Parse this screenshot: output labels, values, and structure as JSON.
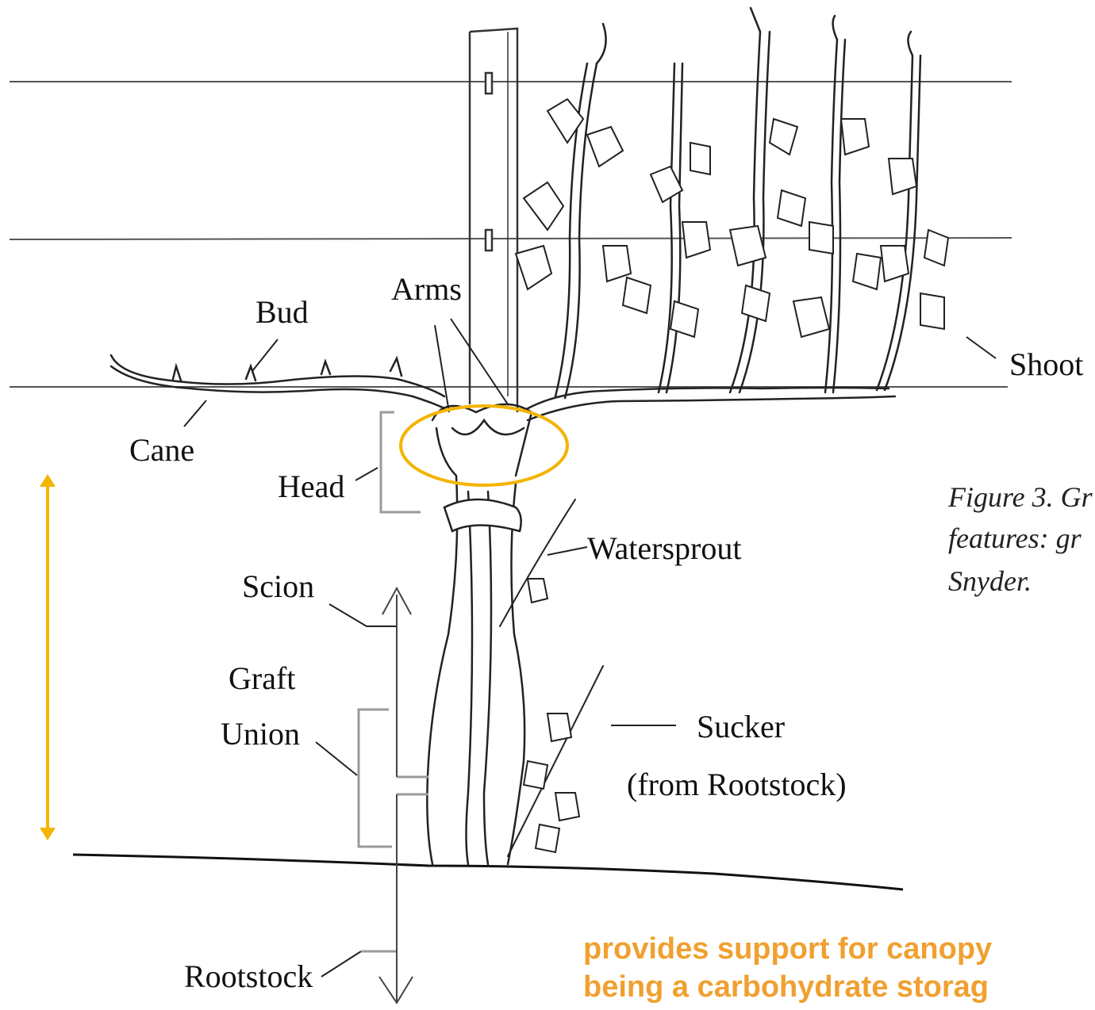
{
  "labels": {
    "arms": "Arms",
    "bud": "Bud",
    "shoot": "Shoot",
    "cane": "Cane",
    "head": "Head",
    "watersprout": "Watersprout",
    "scion": "Scion",
    "graft": "Graft",
    "union": "Union",
    "sucker": "Sucker",
    "from_rootstock": "(from Rootstock)",
    "rootstock": "Rootstock"
  },
  "caption": {
    "line1": "Figure 3. Gr",
    "line2": "features: gr",
    "line3": "Snyder."
  },
  "note": {
    "line1": "provides support for canopy",
    "line2": "being a carbohydrate storag"
  },
  "colors": {
    "accent": "#f4b400",
    "note_text": "#f0a030",
    "ink": "#1a1a1a",
    "bracket": "#9a9a9a"
  }
}
